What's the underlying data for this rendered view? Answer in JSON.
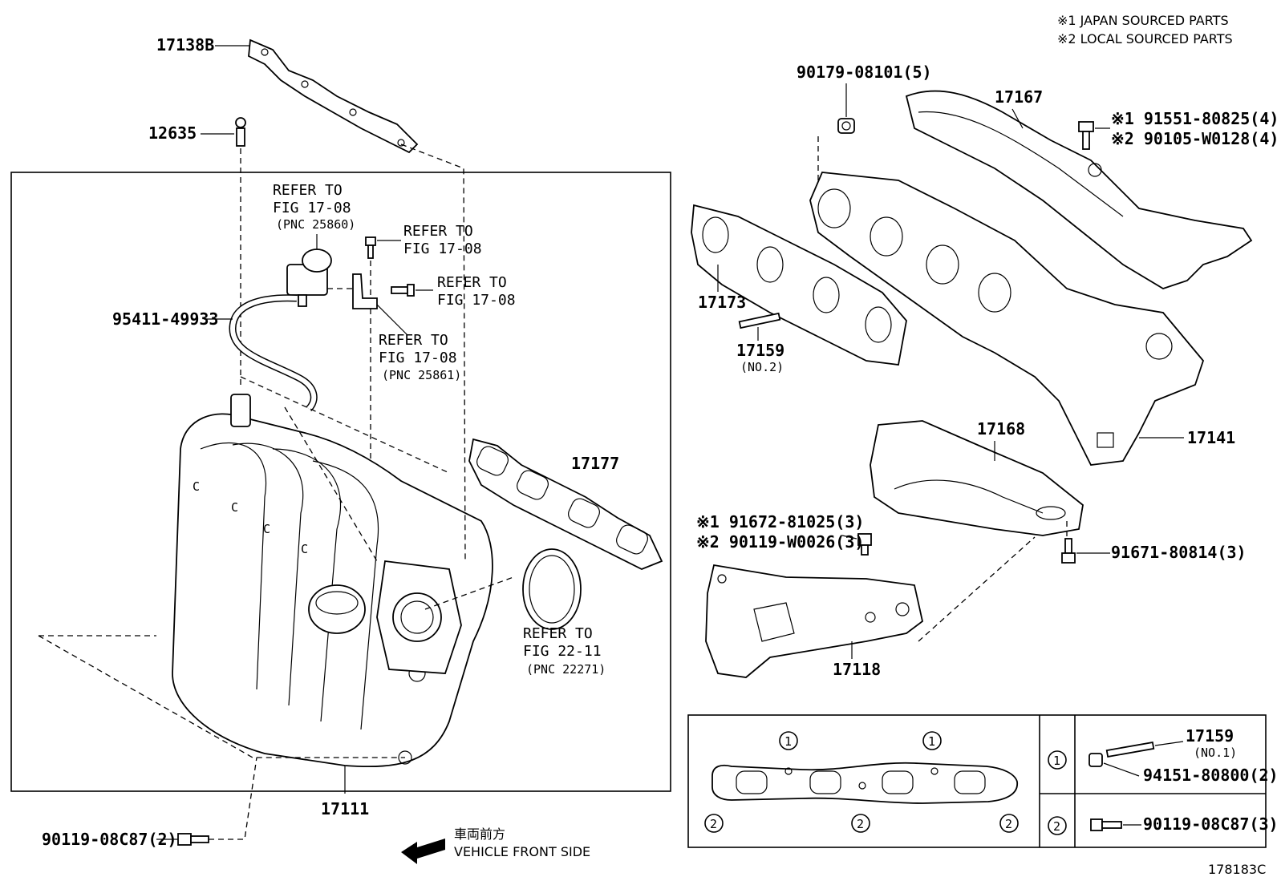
{
  "notes": {
    "note1": "※1 JAPAN SOURCED PARTS",
    "note2": "※2 LOCAL SOURCED PARTS"
  },
  "figure_id": "178183C",
  "labels": {
    "p17138B": "17138B",
    "p12635": "12635",
    "p95411": "95411-49933",
    "p17177": "17177",
    "p17111": "17111",
    "p90119_08C87_left": "90119-08C87(2)",
    "p90179": "90179-08101(5)",
    "p17167": "17167",
    "p91551": "※1 91551-80825(4)",
    "p90105": "※2 90105-W0128(4)",
    "p17173": "17173",
    "p17159_no2": "17159",
    "p17159_no2_sub": "(NO.2)",
    "p17168": "17168",
    "p17141": "17141",
    "p91672": "※1 91672-81025(3)",
    "p90119_w0026": "※2 90119-W0026(3)",
    "p91671": "91671-80814(3)",
    "p17118": "17118",
    "p17159_no1": "17159",
    "p17159_no1_sub": "(NO.1)",
    "p94151": "94151-80800(2)",
    "p90119_08C87_right": "90119-08C87(3)"
  },
  "refs": {
    "ref1_line1": "REFER TO",
    "ref1_line2": "FIG 17-08",
    "ref1_line3": "(PNC 25860)",
    "ref2_line1": "REFER TO",
    "ref2_line2": "FIG 17-08",
    "ref3_line1": "REFER TO",
    "ref3_line2": "FIG 17-08",
    "ref4_line1": "REFER TO",
    "ref4_line2": "FIG 17-08",
    "ref4_line3": "(PNC 25861)",
    "ref5_line1": "REFER TO",
    "ref5_line2": "FIG 22-11",
    "ref5_line3": "(PNC 22271)"
  },
  "direction": {
    "jp": "車両前方",
    "en": "VEHICLE FRONT SIDE"
  },
  "callouts": {
    "one": "1",
    "two": "2"
  }
}
